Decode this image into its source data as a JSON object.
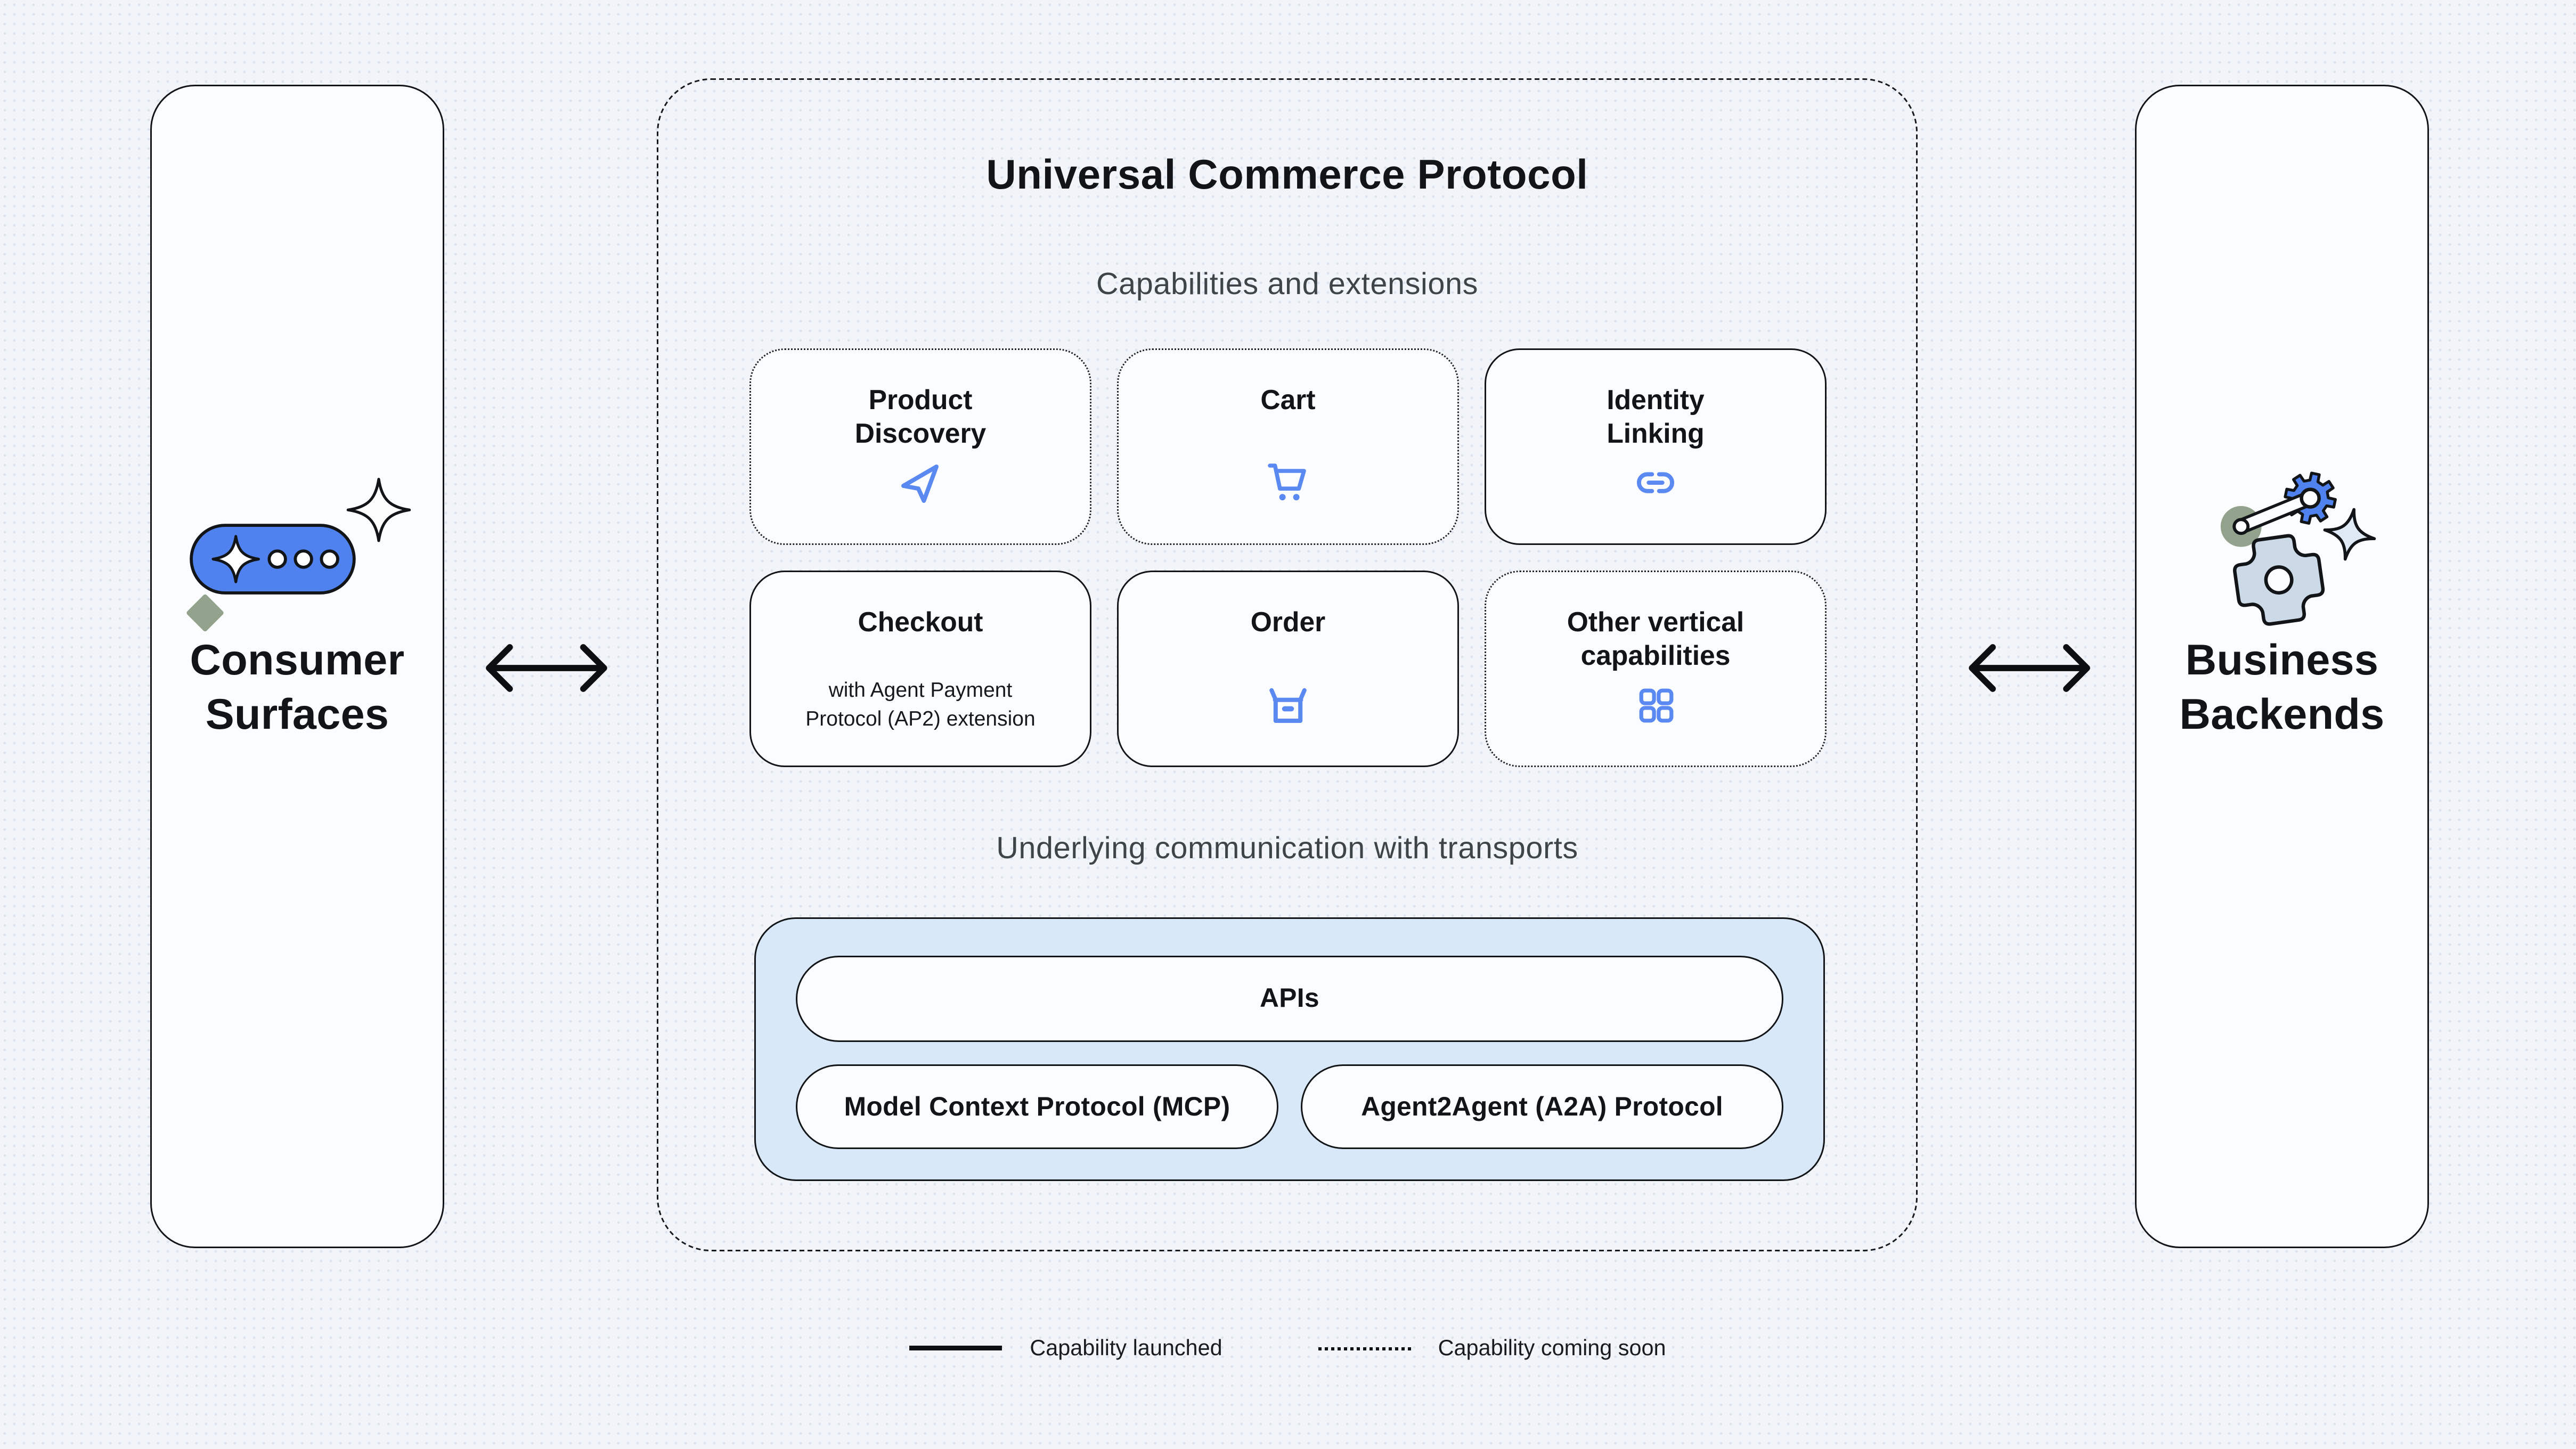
{
  "colors": {
    "page_bg": "#f1f4f8",
    "panel_bg": "#fbfcfe",
    "ink": "#121518",
    "muted_heading": "#3e4549",
    "accent_blue": "#4f82ee",
    "icon_blue": "#5b89f2",
    "transport_bg": "#d9e8f8",
    "sage_green": "#93a28c",
    "steel_blue": "#ccd9e7",
    "pale_sparkle": "#dfe9f5"
  },
  "left_panel": {
    "title": "Consumer\nSurfaces",
    "icon": "chat-pill-sparkle-icon"
  },
  "right_panel": {
    "title": "Business\nBackends",
    "icon": "gears-spark-icon"
  },
  "protocol": {
    "title": "Universal Commerce Protocol",
    "capabilities_heading": "Capabilities and extensions",
    "capabilities": [
      {
        "title": "Product\nDiscovery",
        "status": "coming-soon",
        "icon": "navigation-arrow-icon"
      },
      {
        "title": "Cart",
        "status": "coming-soon",
        "icon": "shopping-cart-icon"
      },
      {
        "title": "Identity\nLinking",
        "status": "launched",
        "icon": "link-icon"
      },
      {
        "title": "Checkout",
        "status": "launched",
        "subtitle": "with Agent Payment\nProtocol (AP2) extension"
      },
      {
        "title": "Order",
        "status": "launched",
        "icon": "open-box-icon"
      },
      {
        "title": "Other vertical\ncapabilities",
        "status": "coming-soon",
        "icon": "grid-squares-icon"
      }
    ],
    "transports_heading": "Underlying communication with transports",
    "transports": {
      "apis": "APIs",
      "mcp": "Model Context Protocol (MCP)",
      "a2a": "Agent2Agent (A2A) Protocol"
    }
  },
  "legend": {
    "launched": "Capability launched",
    "coming_soon": "Capability coming soon"
  }
}
